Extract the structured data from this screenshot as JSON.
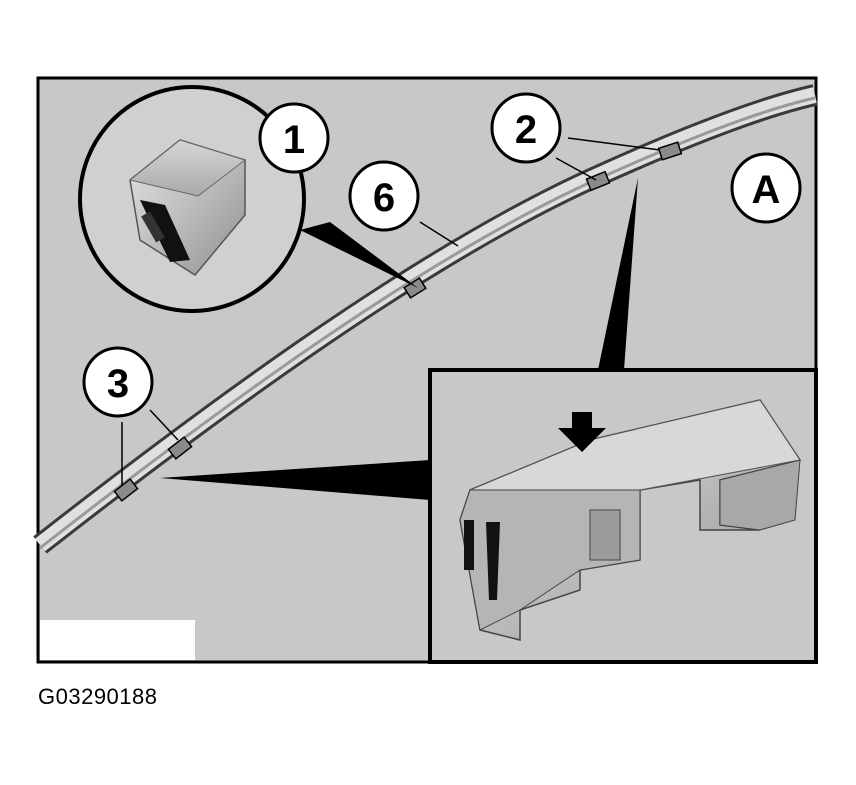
{
  "diagram": {
    "view_label": "A",
    "callouts": [
      {
        "id": "c1",
        "label": "1"
      },
      {
        "id": "c2",
        "label": "2"
      },
      {
        "id": "c3",
        "label": "3"
      },
      {
        "id": "c6",
        "label": "6"
      }
    ],
    "figure_code": "G03290188",
    "colors": {
      "background": "#c8c8c8",
      "frame": "#000000",
      "strip": "#d8d8d8",
      "clip": "#b8b8b8"
    }
  }
}
